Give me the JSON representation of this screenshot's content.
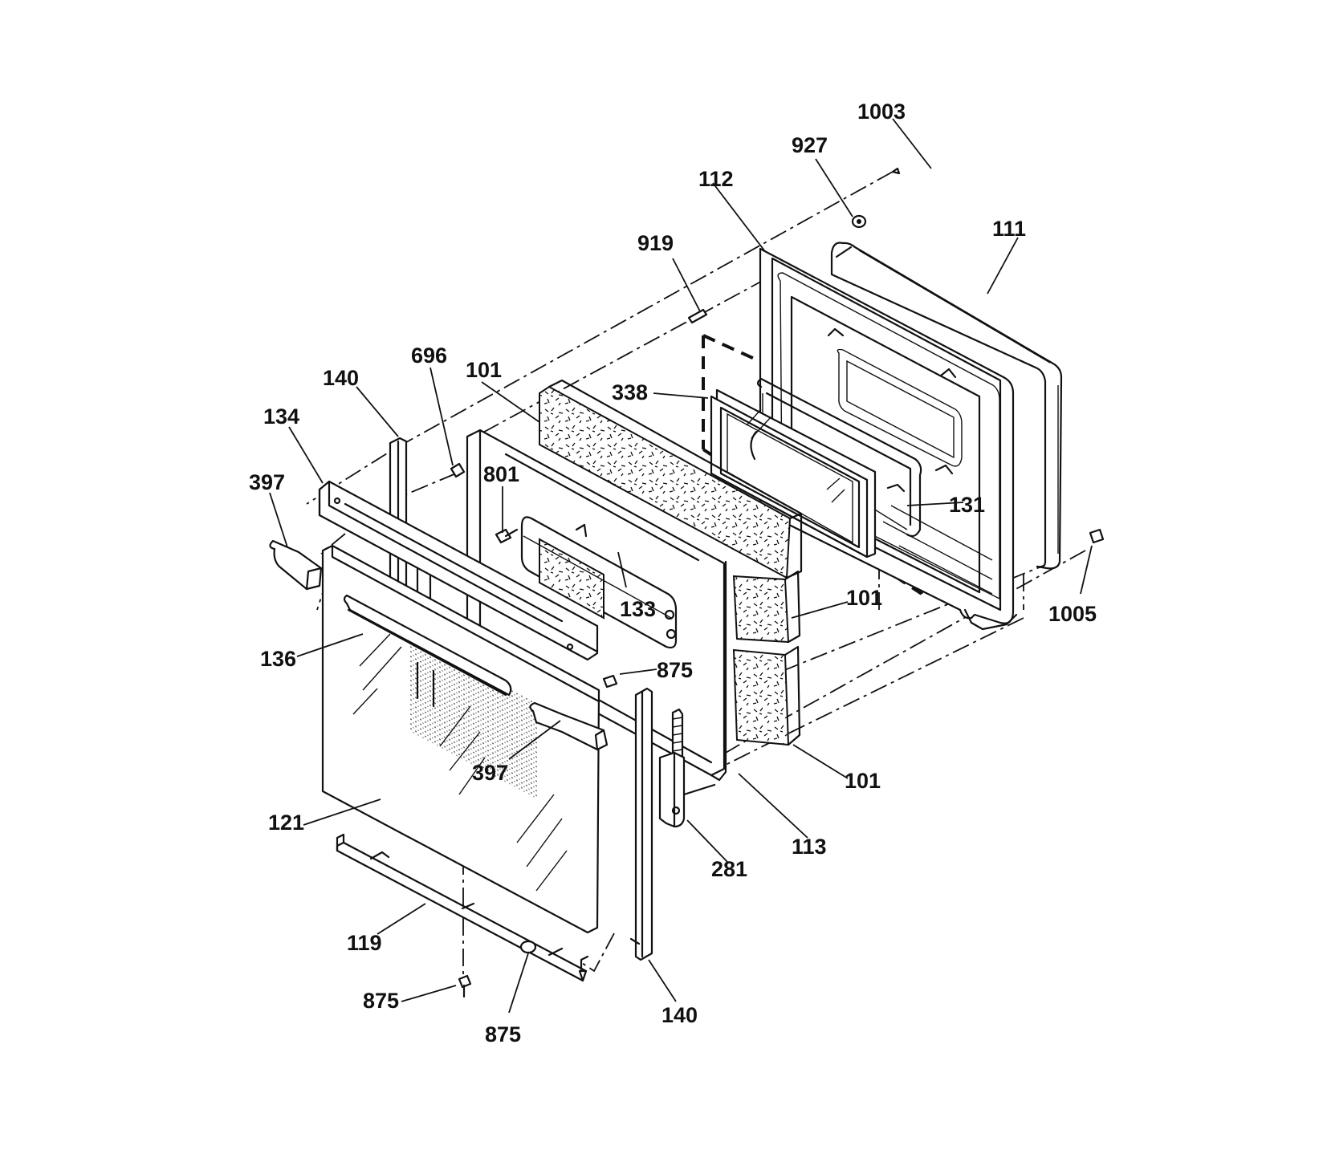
{
  "diagram": {
    "labels": {
      "l1003": "1003",
      "l927": "927",
      "l112": "112",
      "l111": "111",
      "l919": "919",
      "l696": "696",
      "l101a": "101",
      "l140a": "140",
      "l338": "338",
      "l134": "134",
      "l801": "801",
      "l397a": "397",
      "l131": "131",
      "l1005": "1005",
      "l133": "133",
      "l101b": "101",
      "l136": "136",
      "l875a": "875",
      "l397b": "397",
      "l101c": "101",
      "l121": "121",
      "l113": "113",
      "l281": "281",
      "l119": "119",
      "l875b": "875",
      "l875c": "875",
      "l140b": "140"
    }
  }
}
